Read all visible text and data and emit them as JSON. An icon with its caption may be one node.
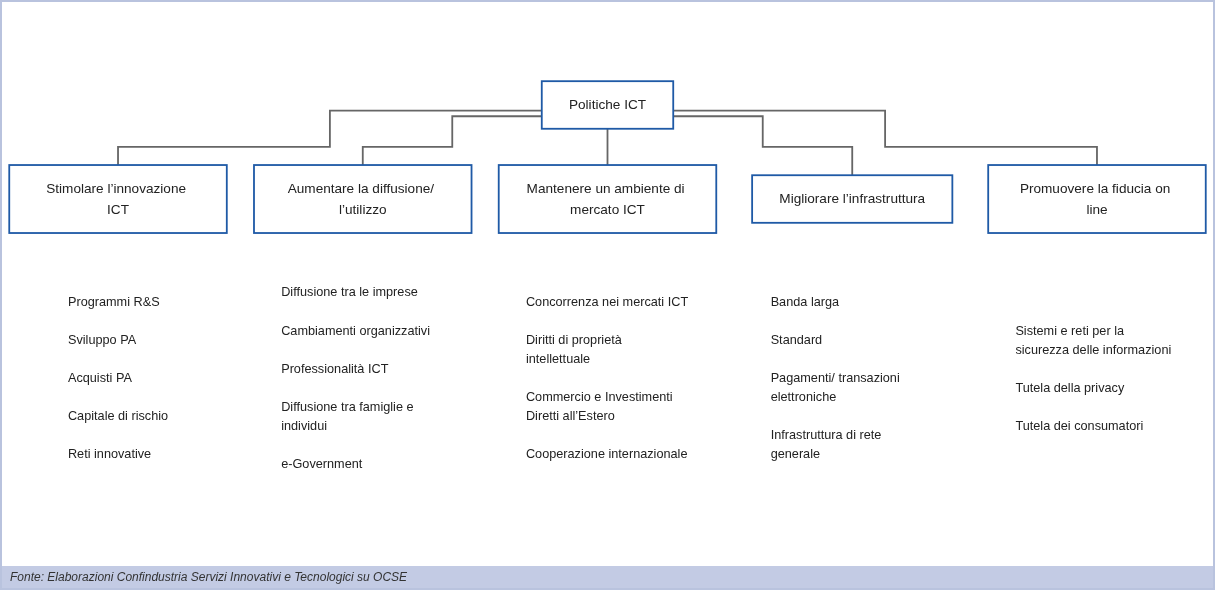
{
  "diagram": {
    "caption": "Fonte: Elaborazioni Confindustria Servizi Innovativi e Tecnologici su OCSE",
    "nodes": [
      {
        "text": [
          "Politiche ICT"
        ]
      },
      {
        "text": [
          "Stimolare l’innovazione ICT"
        ],
        "beside": [
          "Programmi R&S",
          "Sviluppo PA",
          "Acquisti PA",
          "Capitale di rischio",
          "Reti innovative"
        ]
      },
      {
        "text": [
          "Aumentare la diffusione/ l’utilizzo"
        ],
        "beside": [
          "Diffusione tra le imprese",
          "Cambiamenti organizzativi",
          "Professionalità ICT",
          "Diffusione tra famiglie e individui",
          "e-Government"
        ]
      },
      {
        "text": [
          "Mantenere un ambiente di mercato ICT"
        ],
        "beside": [
          "Concorrenza nei mercati ICT",
          "Diritti di proprietà intellettuale",
          "Commercio e Investimenti Diretti all’Estero",
          "Cooperazione internazionale"
        ]
      },
      {
        "text": [
          "Migliorare l’infrastruttura"
        ],
        "beside": [
          "Banda larga",
          "Standard",
          "Pagamenti/ transazioni elettroniche",
          "Infrastruttura di rete generale"
        ]
      },
      {
        "text": [
          "Promuovere la fiducia on line"
        ],
        "beside": [
          "Sistemi e reti per la sicurezza delle informazioni",
          "Tutela della privacy",
          "Tutela dei consumatori"
        ]
      }
    ],
    "edges": [
      {
        "from": 0,
        "to": 1,
        "arrow": "none"
      },
      {
        "from": 0,
        "to": 2,
        "arrow": "none"
      },
      {
        "from": 0,
        "to": 3,
        "arrow": "none"
      },
      {
        "from": 0,
        "to": 4,
        "arrow": "none"
      },
      {
        "from": 0,
        "to": 5,
        "arrow": "none"
      }
    ]
  }
}
